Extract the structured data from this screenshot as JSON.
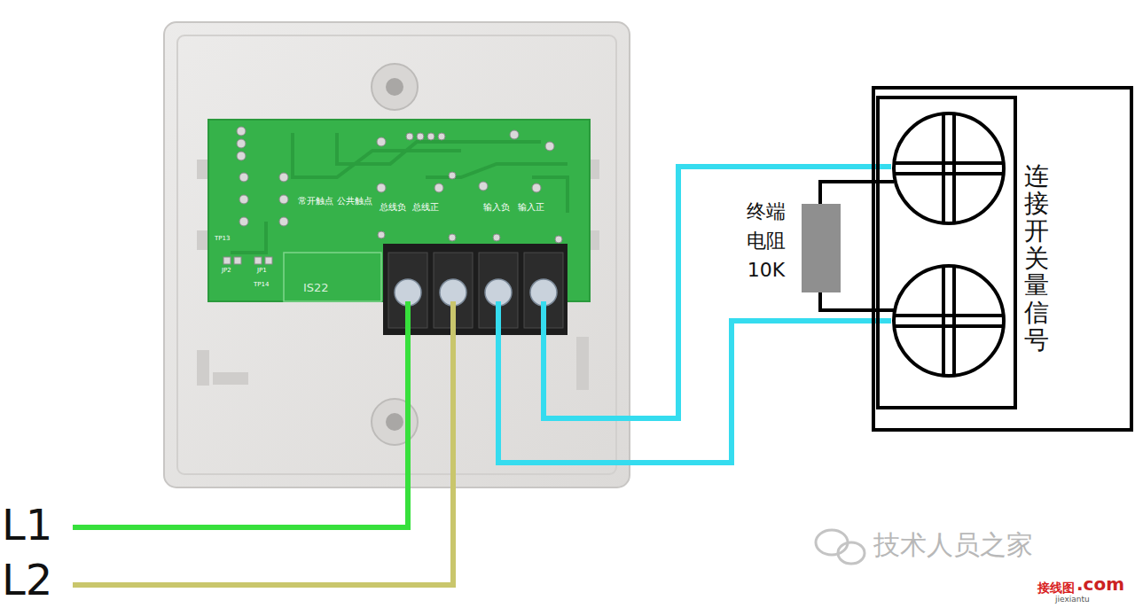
{
  "diagram": {
    "nodes": [
      {
        "text": [
          "连接开关量信号"
        ]
      }
    ],
    "labels": [
      "常开触点",
      "公共触点",
      "总线负",
      "总线正",
      "输入负",
      "输入正",
      "TP13",
      "JP2",
      "JP1",
      "TP14",
      "IS22",
      "终端 电阻 10K",
      "L1",
      "L2",
      "技术人员之家",
      "接线图",
      ".com",
      "jiexiantu"
    ]
  }
}
